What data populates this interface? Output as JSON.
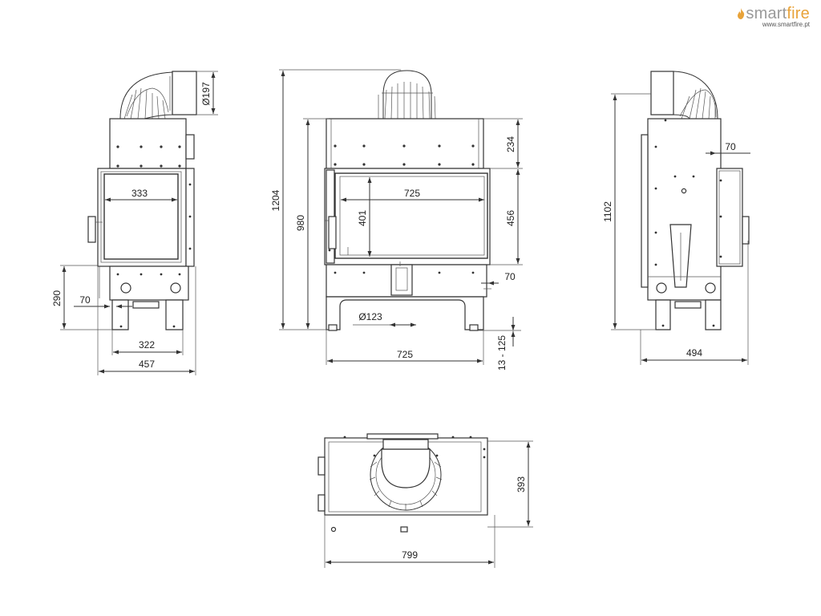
{
  "brand": {
    "name_prefix": "smart",
    "name_suffix": "fire",
    "url": "www.smartfire.pt",
    "accent_color": "#e8a33a",
    "icon": "flame-icon"
  },
  "front_left_view": {
    "flue_diameter": "Ø197",
    "glass_width": "333",
    "leg_height": "290",
    "leg_offset": "70",
    "leg_span": "322",
    "total_width": "457"
  },
  "front_view": {
    "total_height": "1204",
    "body_height": "980",
    "glass_width": "725",
    "glass_height": "401",
    "top_height": "234",
    "door_height": "456",
    "bottom_offset": "70",
    "air_inlet": "Ø123",
    "width": "725",
    "leg_adjust": "13 - 125"
  },
  "side_view": {
    "height": "1102",
    "offset": "70",
    "depth": "494"
  },
  "top_view": {
    "depth": "393",
    "width": "799"
  }
}
